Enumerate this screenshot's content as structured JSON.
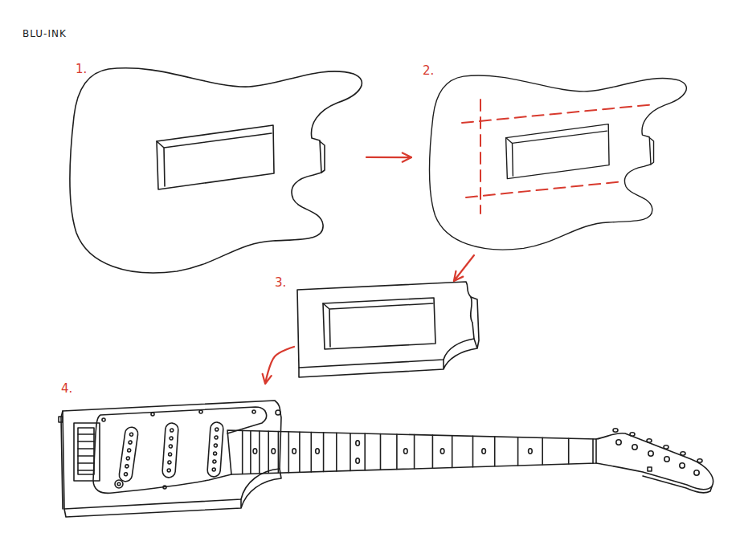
{
  "diagram": {
    "nodes": [
      {
        "text": [
          "1."
        ]
      },
      {
        "text": [
          "2."
        ]
      },
      {
        "text": [
          "3."
        ]
      },
      {
        "text": [
          "4."
        ]
      }
    ],
    "edges": [
      {
        "from": 0,
        "to": 1,
        "arrow": "to"
      },
      {
        "from": 1,
        "to": 2,
        "arrow": "to"
      },
      {
        "from": 2,
        "to": 3,
        "arrow": "to"
      }
    ],
    "labels": [
      "BLU-INK"
    ]
  }
}
